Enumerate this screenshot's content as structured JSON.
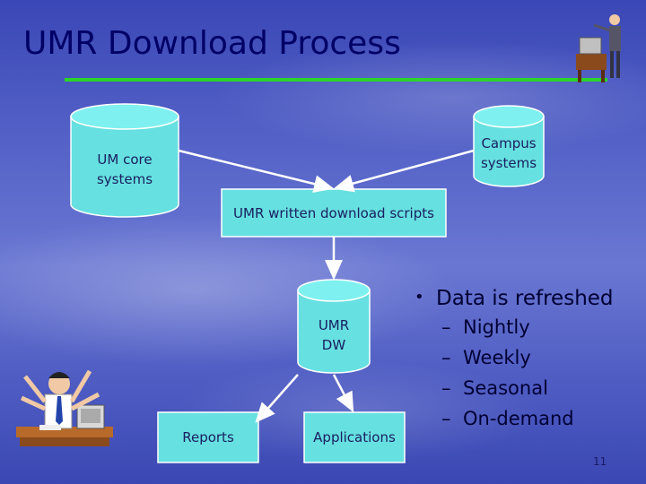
{
  "slide": {
    "title": "UMR Download Process",
    "page_number": "11"
  },
  "diagram": {
    "um_core": "UM core systems",
    "campus": "Campus systems",
    "scripts": "UMR written download scripts",
    "dw": "UMR DW",
    "reports": "Reports",
    "applications": "Applications"
  },
  "bullets": {
    "main": "Data is refreshed",
    "items": [
      "Nightly",
      "Weekly",
      "Seasonal",
      "On-demand"
    ]
  },
  "colors": {
    "shape_fill": "#66e0e0",
    "title": "#000066",
    "rule": "#2bd42b"
  }
}
